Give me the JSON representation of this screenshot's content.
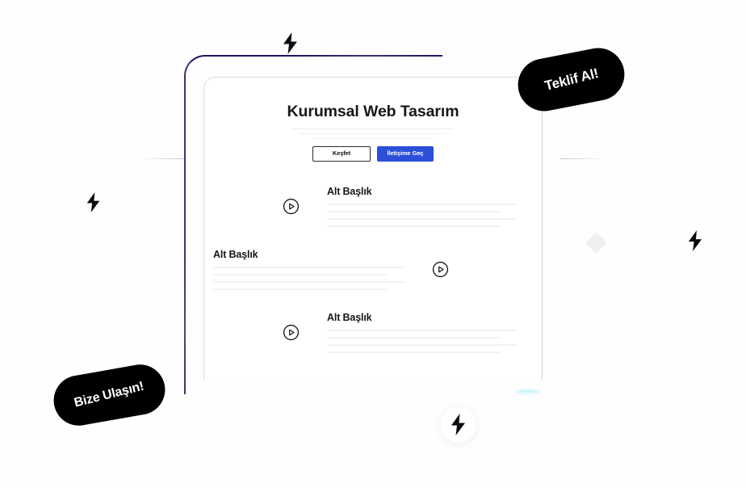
{
  "page": {
    "background_color": "#ffffff",
    "accent_blue": "#2b4fd8",
    "frame_navy": "#1b1464",
    "badge_black": "#000000"
  },
  "card": {
    "hero": {
      "title": "Kurumsal Web Tasarım",
      "buttons": {
        "secondary_label": "Keşfet",
        "primary_label": "İletişime Geç"
      }
    },
    "sections": [
      {
        "heading": "Alt Başlık",
        "icon": "play-circle-icon",
        "layout": "icon-left"
      },
      {
        "heading": "Alt Başlık",
        "icon": "play-circle-icon",
        "layout": "icon-right"
      },
      {
        "heading": "Alt Başlık",
        "icon": "play-circle-icon",
        "layout": "icon-left"
      }
    ]
  },
  "badges": [
    {
      "label": "Teklif Al!",
      "name": "badge-teklif-al"
    },
    {
      "label": "Bize Ulaşın!",
      "name": "badge-bize-ulasin"
    }
  ],
  "decorations": [
    {
      "name": "lightning-bolt-icon",
      "position": "top"
    },
    {
      "name": "lightning-bolt-icon",
      "position": "left"
    },
    {
      "name": "lightning-bolt-icon",
      "position": "right"
    },
    {
      "name": "lightning-bolt-icon",
      "position": "bottom"
    },
    {
      "name": "diamond-icon",
      "position": "right"
    },
    {
      "name": "cyan-wisp",
      "position": "bottom"
    }
  ]
}
